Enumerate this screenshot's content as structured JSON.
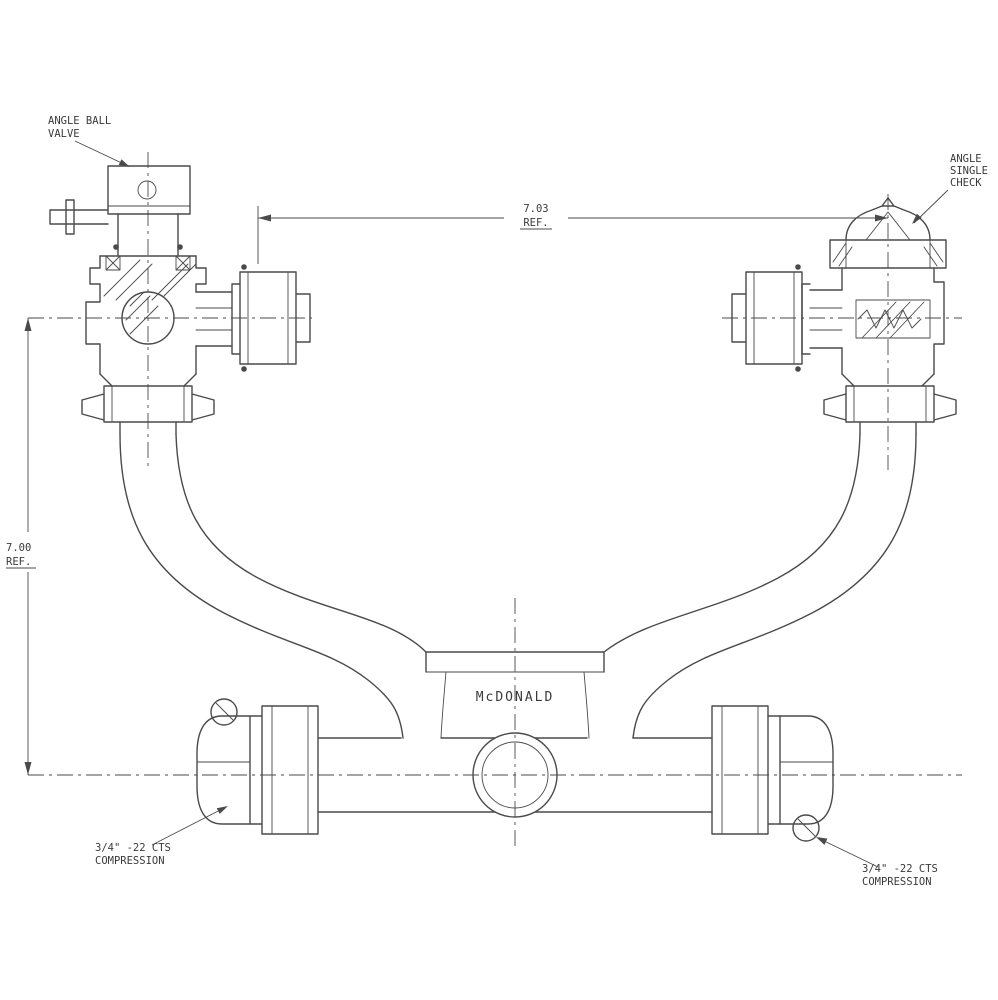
{
  "drawing": {
    "colors": {
      "line": "#4a4a4a",
      "text": "#3a3a3a",
      "background": "#ffffff"
    },
    "brand": "McDONALD",
    "callouts": {
      "angle_ball_valve": {
        "line1": "ANGLE BALL",
        "line2": "VALVE"
      },
      "angle_single_check": {
        "line1": "ANGLE",
        "line2": "SINGLE",
        "line3": "CHECK"
      },
      "left_compression": {
        "line1": "3/4\" -22 CTS",
        "line2": "COMPRESSION"
      },
      "right_compression": {
        "line1": "3/4\" -22 CTS",
        "line2": "COMPRESSION"
      }
    },
    "dimensions": {
      "horizontal": {
        "value": "7.03",
        "ref": "REF."
      },
      "vertical": {
        "value": "7.00",
        "ref": "REF."
      }
    }
  }
}
